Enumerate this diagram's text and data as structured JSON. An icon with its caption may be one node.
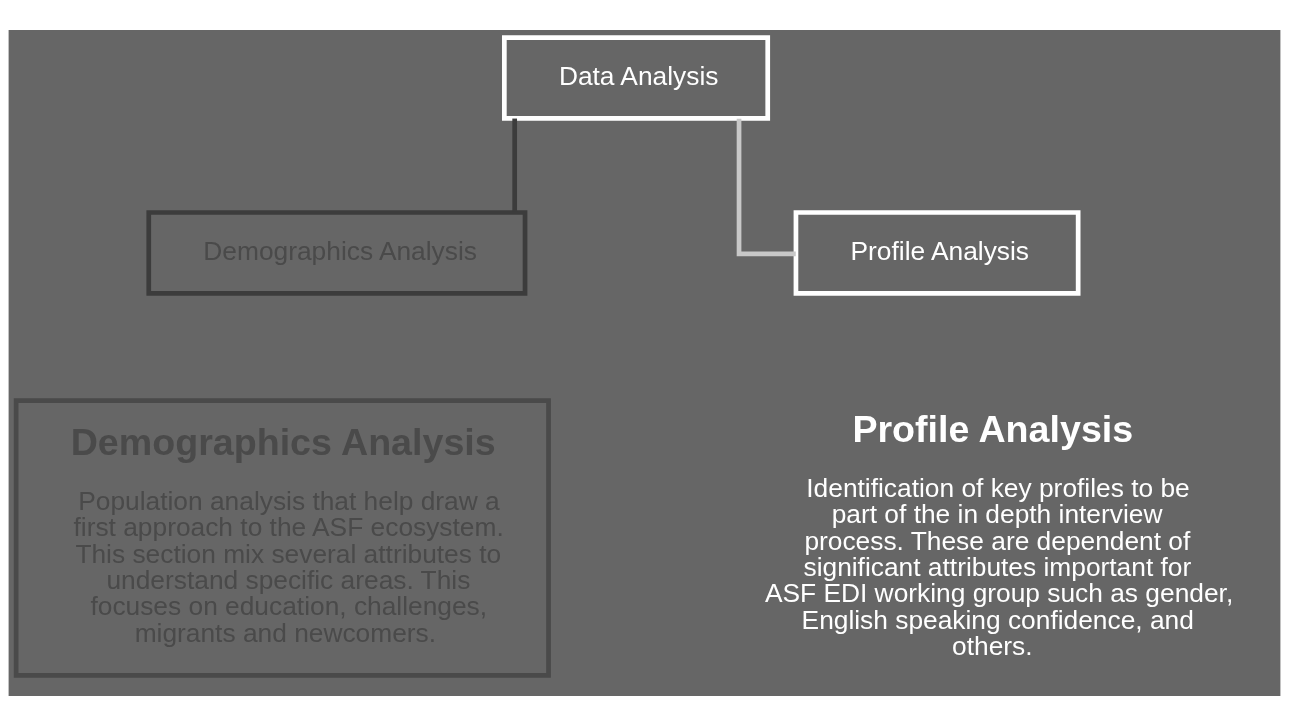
{
  "diagram": {
    "nodes": [
      {
        "text": [
          "Data Analysis"
        ]
      },
      {
        "text": [
          "Demographics Analysis"
        ]
      },
      {
        "text": [
          "Profile Analysis"
        ]
      },
      {
        "text": [
          "Demographics Analysis",
          "Population analysis that help draw a first approach to the ASF ecosystem. This section mix several attributes to understand specific areas. This focuses on education, challenges, migrants and newcomers."
        ]
      }
    ],
    "edges": [
      {
        "from": 0,
        "to": 1,
        "arrow": "none",
        "color": "#3c3c3c"
      },
      {
        "from": 0,
        "to": 2,
        "arrow": "none",
        "color": "#c8c8c8"
      }
    ],
    "labels": [
      "Profile Analysis",
      "Identification of key profiles to be part of the in depth interview process. These are dependent of significant attributes important for ASF EDI working group such as gender, English speaking confidence, and others."
    ]
  }
}
